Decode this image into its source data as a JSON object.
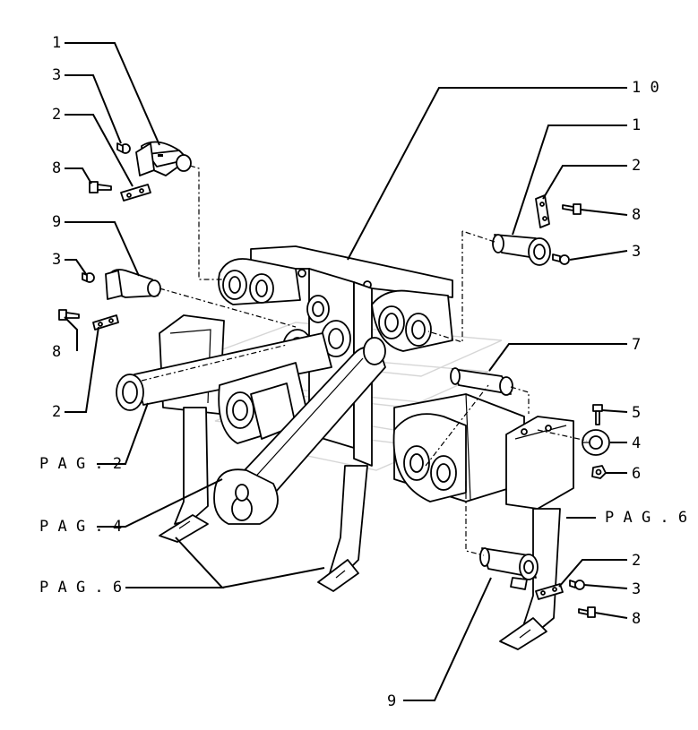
{
  "callouts": {
    "top_left_1": "1",
    "top_left_3": "3",
    "top_left_2": "2",
    "top_left_8": "8",
    "mid_left_9": "9",
    "mid_left_3": "3",
    "mid_left_8": "8",
    "mid_left_2": "2",
    "frame_10": "1 0",
    "right_1": "1",
    "right_2": "2",
    "right_8": "8",
    "right_3": "3",
    "right_7": "7",
    "right_5": "5",
    "right_4": "4",
    "right_6": "6",
    "lower_right_2": "2",
    "lower_right_3": "3",
    "lower_right_8": "8",
    "bottom_9": "9"
  },
  "page_refs": {
    "pag2": "P A G . 2",
    "pag4": "P A G . 4",
    "pag6_left": "P A G . 6",
    "pag6_right": "P A G . 6"
  }
}
